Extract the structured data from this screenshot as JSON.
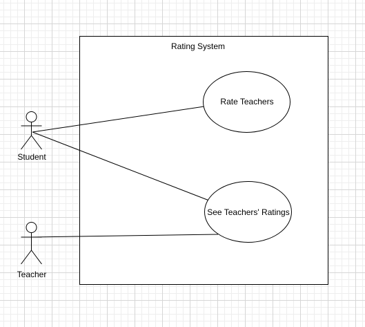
{
  "system": {
    "title": "Rating System"
  },
  "actors": {
    "student": {
      "label": "Student"
    },
    "teacher": {
      "label": "Teacher"
    }
  },
  "use_cases": {
    "rate_teachers": {
      "label": "Rate Teachers"
    },
    "see_ratings": {
      "label": "See Teachers' Ratings"
    }
  },
  "associations": [
    {
      "from": "Student",
      "to": "Rate Teachers"
    },
    {
      "from": "Student",
      "to": "See Teachers' Ratings"
    },
    {
      "from": "Teacher",
      "to": "See Teachers' Ratings"
    }
  ],
  "colors": {
    "stroke": "#000000",
    "fill": "#ffffff",
    "grid": "#d6d6d6"
  }
}
